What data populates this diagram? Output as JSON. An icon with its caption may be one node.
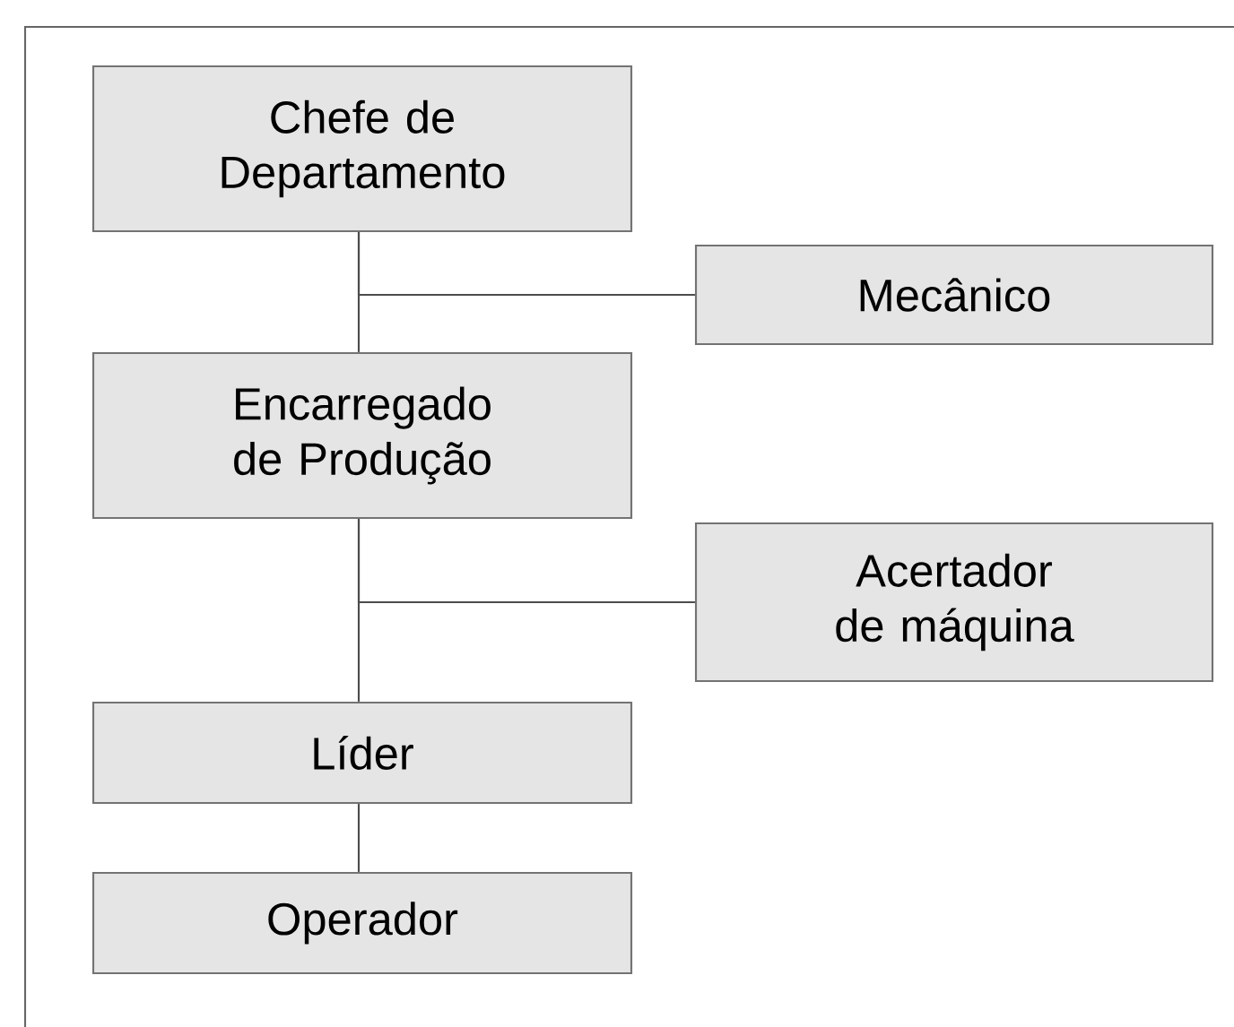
{
  "diagram": {
    "nodes": [
      {
        "text": [
          "Chefe de Departamento"
        ]
      },
      {
        "text": [
          "Mecânico"
        ]
      },
      {
        "text": [
          "Encarregado de Produção"
        ]
      },
      {
        "text": [
          "Acertador de máquina"
        ]
      },
      {
        "text": [
          "Líder"
        ]
      },
      {
        "text": [
          "Operador"
        ]
      }
    ],
    "edges": [
      {
        "from": 0,
        "to": 2,
        "arrow": "none"
      },
      {
        "from": 0,
        "to": 1,
        "arrow": "none"
      },
      {
        "from": 2,
        "to": 4,
        "arrow": "none"
      },
      {
        "from": 2,
        "to": 3,
        "arrow": "none"
      },
      {
        "from": 4,
        "to": 5,
        "arrow": "none"
      }
    ]
  }
}
